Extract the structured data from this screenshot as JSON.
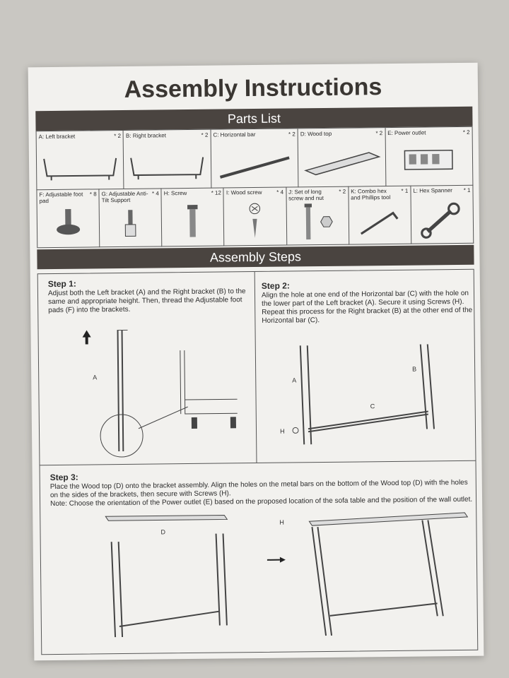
{
  "title": "Assembly Instructions",
  "parts_header": "Parts List",
  "parts": [
    {
      "name": "A: Left bracket",
      "qty": "* 2",
      "icon": "bracket-icon"
    },
    {
      "name": "B: Right bracket",
      "qty": "* 2",
      "icon": "bracket-icon"
    },
    {
      "name": "C: Horizontal bar",
      "qty": "* 2",
      "icon": "bar-icon"
    },
    {
      "name": "D: Wood top",
      "qty": "* 2",
      "icon": "wood-top-icon"
    },
    {
      "name": "E: Power outlet",
      "qty": "* 2",
      "icon": "power-outlet-icon"
    },
    {
      "name": "F: Adjustable foot pad",
      "qty": "* 8",
      "icon": "foot-pad-icon"
    },
    {
      "name": "G: Adjustable Anti-Tilt Support",
      "qty": "* 4",
      "icon": "anti-tilt-icon"
    },
    {
      "name": "H: Screw",
      "qty": "* 12",
      "icon": "screw-icon"
    },
    {
      "name": "I: Wood screw",
      "qty": "* 4",
      "icon": "wood-screw-icon"
    },
    {
      "name": "J: Set of long screw and nut",
      "qty": "* 2",
      "icon": "long-screw-nut-icon"
    },
    {
      "name": "K: Combo hex and Phillips tool",
      "qty": "* 1",
      "icon": "hex-tool-icon"
    },
    {
      "name": "L: Hex Spanner",
      "qty": "* 1",
      "icon": "spanner-icon"
    }
  ],
  "steps_header": "Assembly Steps",
  "steps": [
    {
      "title": "Step 1:",
      "text": "Adjust both the Left bracket (A) and the Right bracket (B) to the same and appropriate height. Then, thread the Adjustable foot pads (F) into the brackets."
    },
    {
      "title": "Step 2:",
      "text": "Align the hole at one end of the Horizontal bar (C) with the hole on the lower part of the Left bracket (A). Secure it using Screws (H). Repeat this process for the Right bracket (B) at the other end of the Horizontal bar (C)."
    },
    {
      "title": "Step 3:",
      "text": "Place the Wood top (D) onto the bracket assembly. Align the holes on the metal bars on the bottom of the Wood top (D) with the holes on the sides of the brackets, then secure with Screws (H).",
      "note": "Note: Choose the orientation of the Power outlet (E) based on the proposed location of the sofa table and the position of the wall outlet."
    }
  ],
  "figure_labels": {
    "a": "A",
    "b": "B",
    "c": "C",
    "d": "D",
    "h": "H"
  }
}
